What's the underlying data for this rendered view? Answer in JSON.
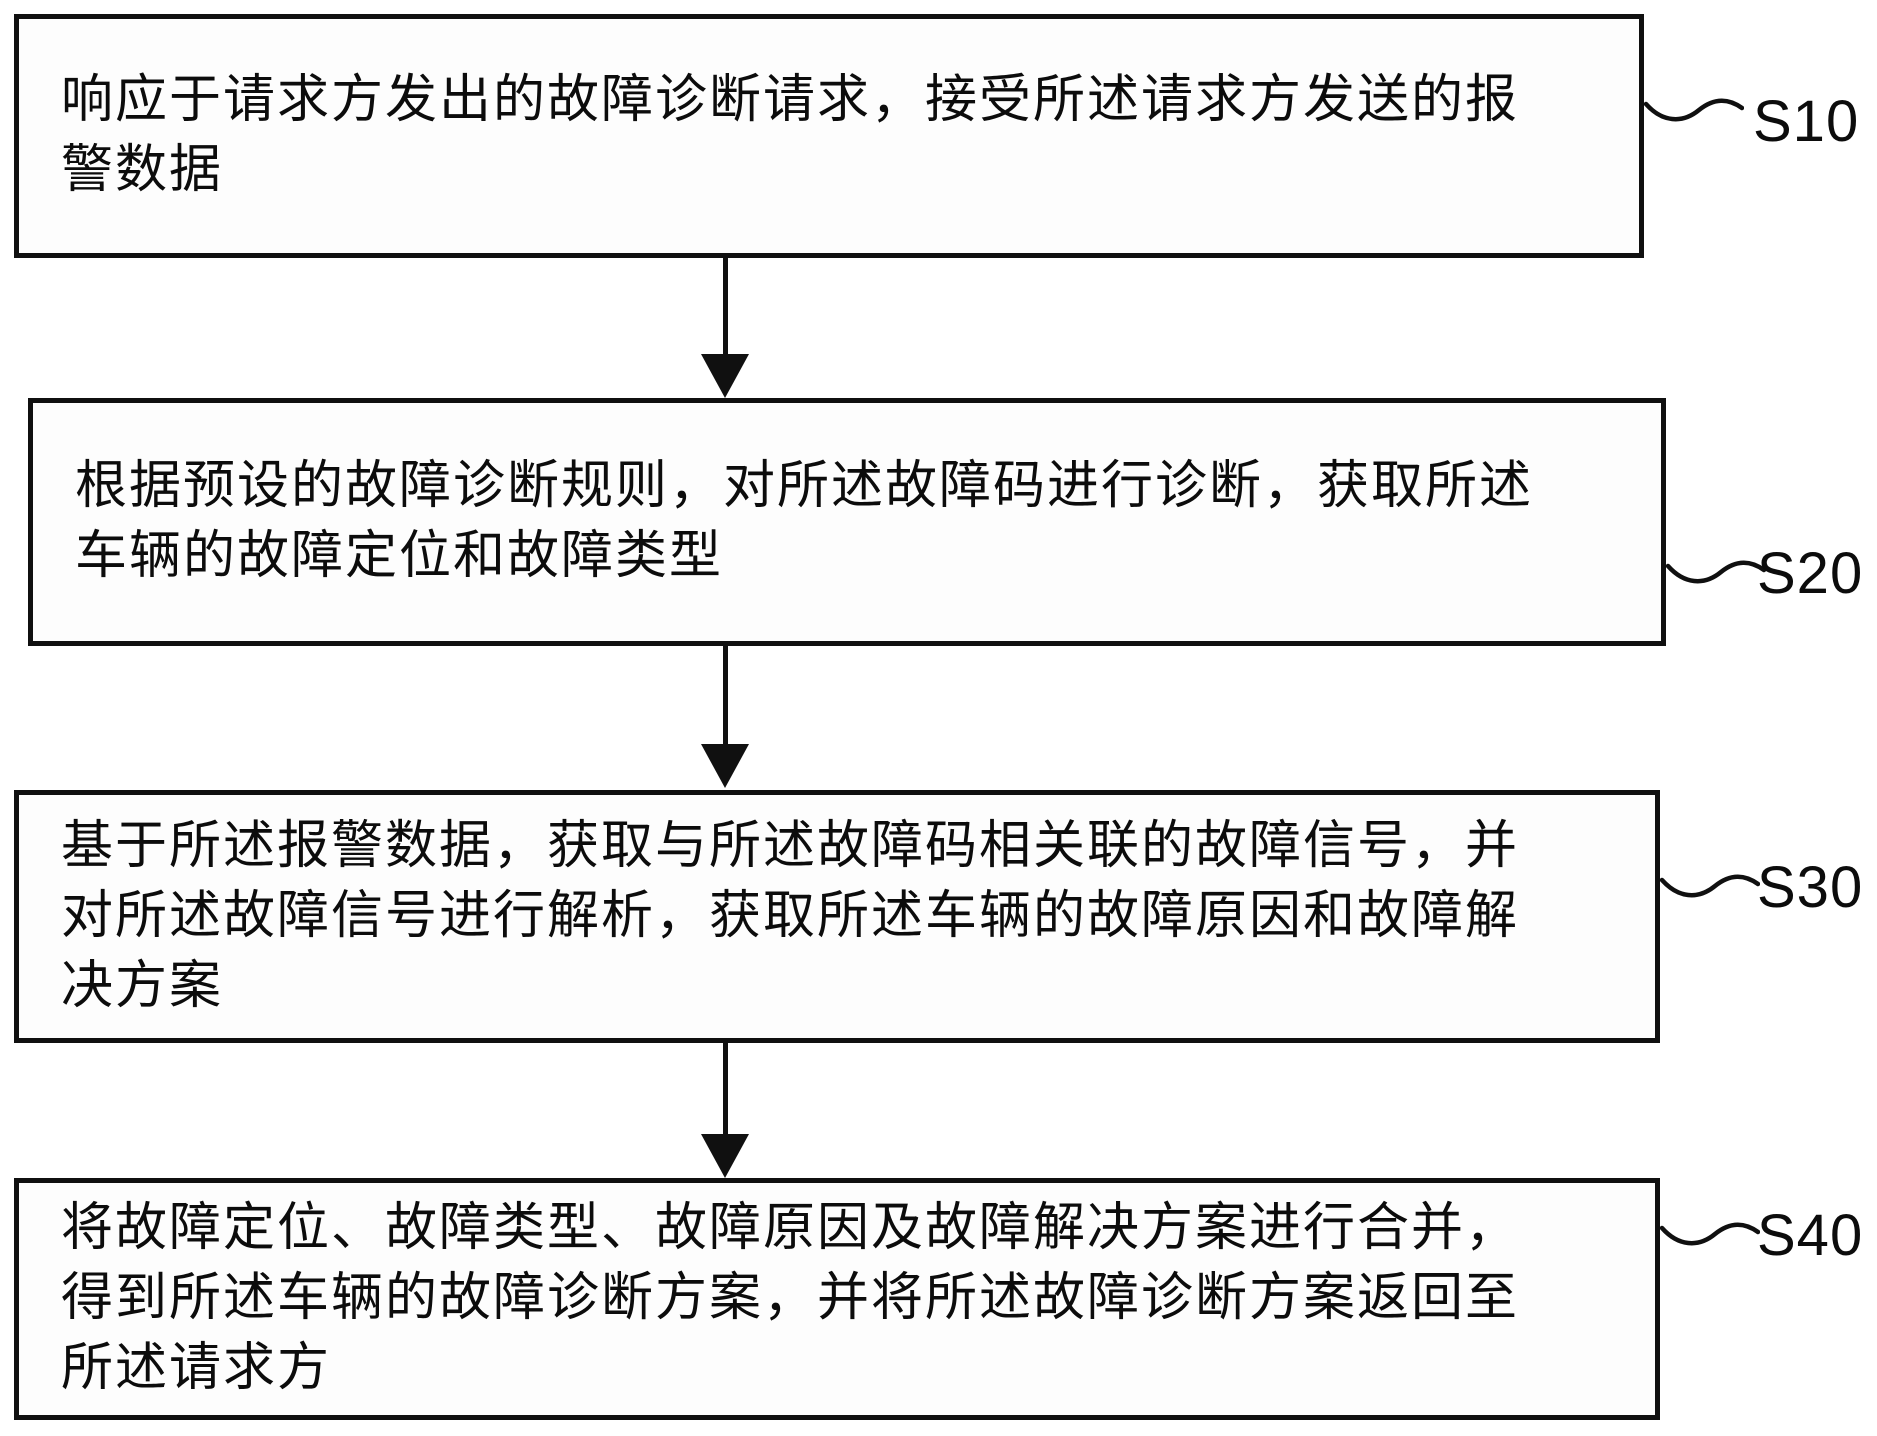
{
  "figure": {
    "background": "#ffffff",
    "line_color": "#101010",
    "type": "flowchart",
    "steps": [
      {
        "id": "S10",
        "label": "S10",
        "lines": [
          "响应于请求方发出的故障诊断请求，接受所述请求方发送的报",
          "警数据"
        ]
      },
      {
        "id": "S20",
        "label": "S20",
        "lines": [
          "根据预设的故障诊断规则，对所述故障码进行诊断，获取所述",
          "车辆的故障定位和故障类型"
        ]
      },
      {
        "id": "S30",
        "label": "S30",
        "lines": [
          "基于所述报警数据，获取与所述故障码相关联的故障信号，并",
          "对所述故障信号进行解析，获取所述车辆的故障原因和故障解",
          "决方案"
        ]
      },
      {
        "id": "S40",
        "label": "S40",
        "lines": [
          "将故障定位、故障类型、故障原因及故障解决方案进行合并，",
          "得到所述车辆的故障诊断方案，并将所述故障诊断方案返回至",
          "所述请求方"
        ]
      }
    ]
  }
}
